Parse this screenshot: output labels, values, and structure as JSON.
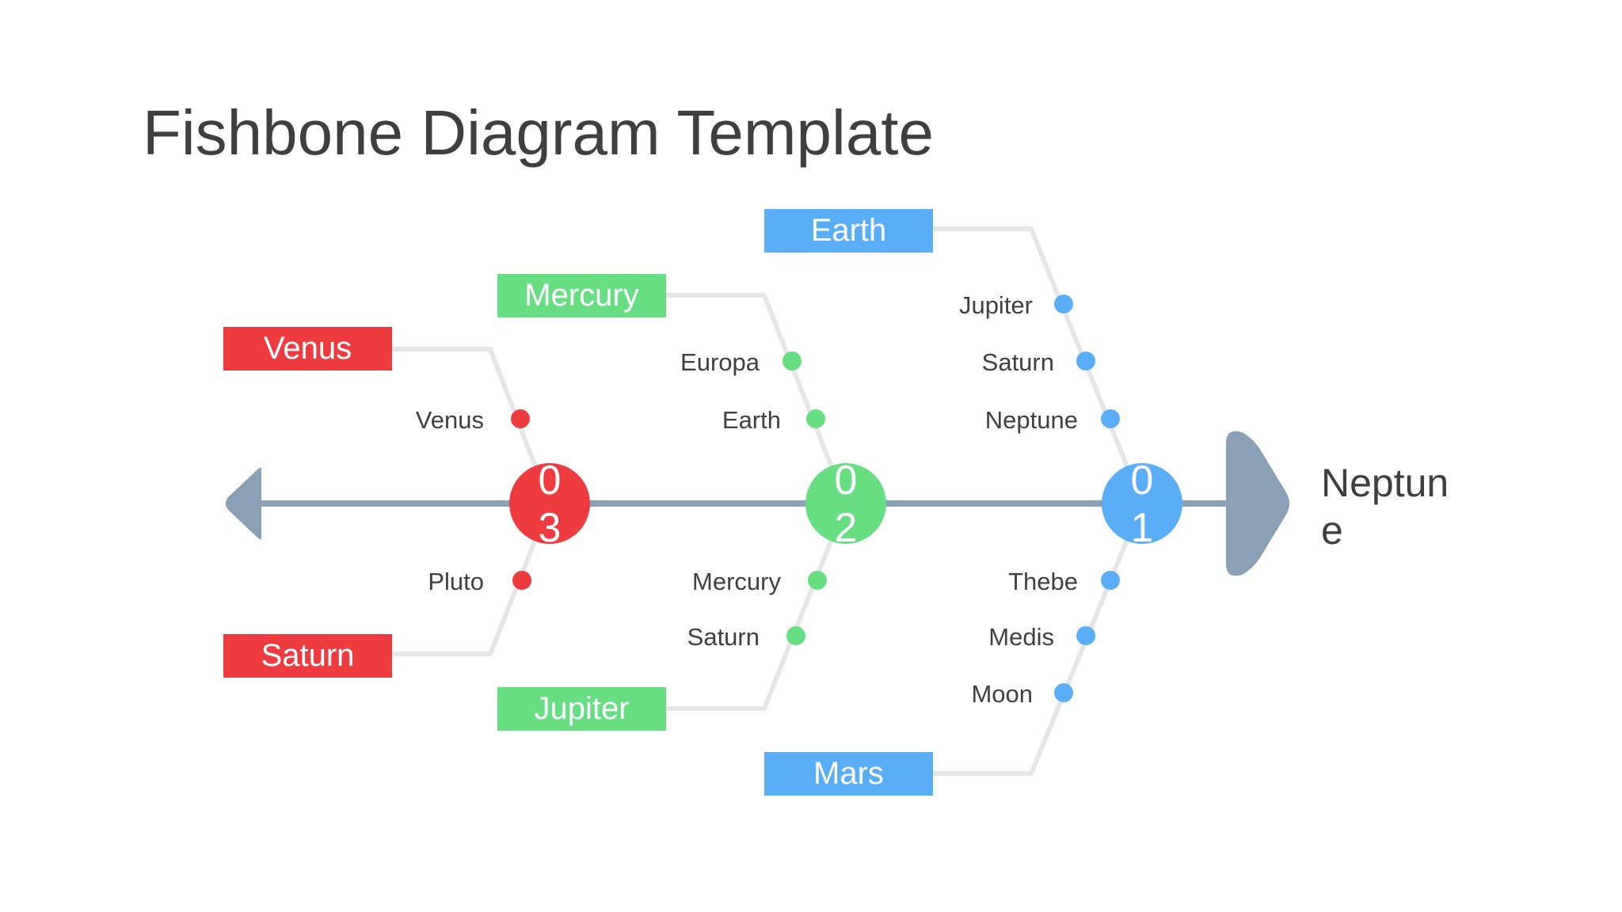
{
  "title": "Fishbone Diagram Template",
  "head_label": "Neptune",
  "colors": {
    "red": "#ee3b3f",
    "green": "#67de82",
    "blue": "#5aaef8",
    "spine": "#8aa0b4",
    "bone": "#e6e6e6"
  },
  "branches": [
    {
      "number": "03",
      "top_box": "Venus",
      "bottom_box": "Saturn",
      "top_items": [
        "Venus"
      ],
      "bottom_items": [
        "Pluto"
      ]
    },
    {
      "number": "02",
      "top_box": "Mercury",
      "bottom_box": "Jupiter",
      "top_items": [
        "Europa",
        "Earth"
      ],
      "bottom_items": [
        "Mercury",
        "Saturn"
      ]
    },
    {
      "number": "01",
      "top_box": "Earth",
      "bottom_box": "Mars",
      "top_items": [
        "Jupiter",
        "Saturn",
        "Neptune"
      ],
      "bottom_items": [
        "Thebe",
        "Medis",
        "Moon"
      ]
    }
  ]
}
